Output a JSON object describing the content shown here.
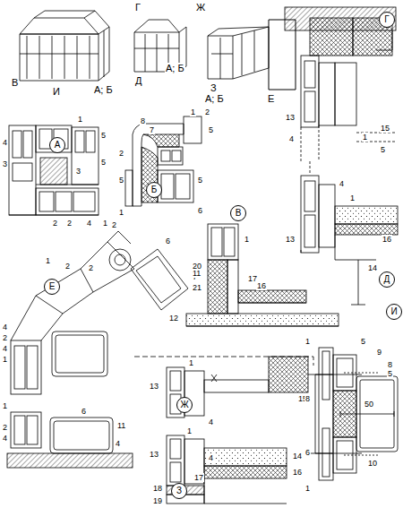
{
  "diagram": {
    "nodes": [
      {
        "text": [
          "А"
        ]
      },
      {
        "text": [
          "Б"
        ]
      },
      {
        "text": [
          "В"
        ]
      },
      {
        "text": [
          "Г"
        ]
      },
      {
        "text": [
          "Д"
        ]
      },
      {
        "text": [
          "Е"
        ]
      },
      {
        "text": [
          "Ж"
        ]
      },
      {
        "text": [
          "З"
        ]
      },
      {
        "text": [
          "И"
        ]
      }
    ],
    "labels": [
      "Г",
      "Ж",
      "В",
      "И",
      "А; Б",
      "Д",
      "А; Б",
      "З",
      "А; Б",
      "Е",
      "1",
      "5",
      "4",
      "3",
      "5",
      "3",
      "2",
      "2",
      "4",
      "1",
      "8",
      "7",
      "2",
      "5",
      "1",
      "6",
      "5",
      "1",
      "2",
      "5",
      "1",
      "15",
      "5",
      "13",
      "4",
      "13",
      "1",
      "4",
      "16",
      "14",
      "1",
      "17",
      "16",
      "20",
      "7",
      "21",
      "1",
      "2",
      "2",
      "2",
      "6",
      "11",
      "12",
      "4",
      "2",
      "4",
      "1",
      "1",
      "6",
      "11",
      "2",
      "4",
      "4",
      "13",
      "1",
      "15",
      "4",
      "1",
      "13",
      "4",
      "17",
      "14",
      "16",
      "18",
      "19",
      "1",
      "5",
      "9",
      "8",
      "5",
      "8",
      "50",
      "6",
      "10",
      "1"
    ]
  }
}
